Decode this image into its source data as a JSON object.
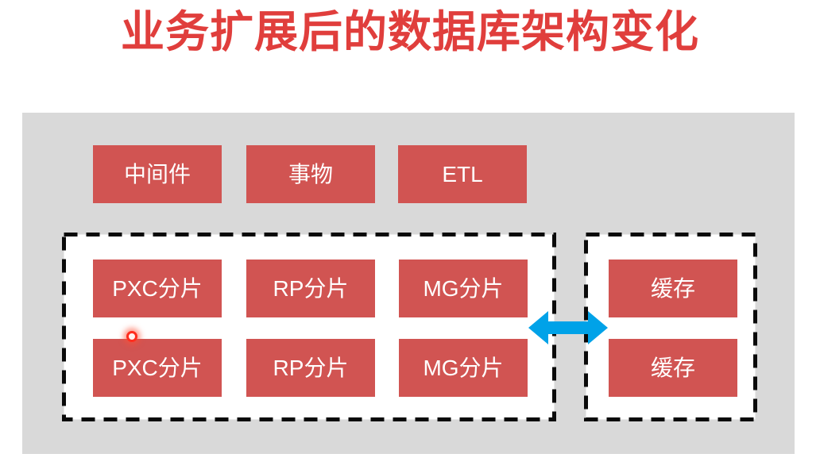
{
  "title": "业务扩展后的数据库架构变化",
  "top_row": {
    "middleware": "中间件",
    "transaction": "事物",
    "etl": "ETL"
  },
  "shard_boxes": [
    "PXC分片",
    "RP分片",
    "MG分片",
    "PXC分片",
    "RP分片",
    "MG分片"
  ],
  "cache_boxes": [
    "缓存",
    "缓存"
  ],
  "icons": {
    "arrow": "bidirectional-arrow",
    "click_indicator": "click-highlight-dot"
  },
  "colors": {
    "title_red": "#E03E3C",
    "box_red": "#D15452",
    "panel_gray": "#D9D9D9",
    "arrow_blue": "#00A2E8",
    "dashed_border": "#0A0A0A"
  }
}
